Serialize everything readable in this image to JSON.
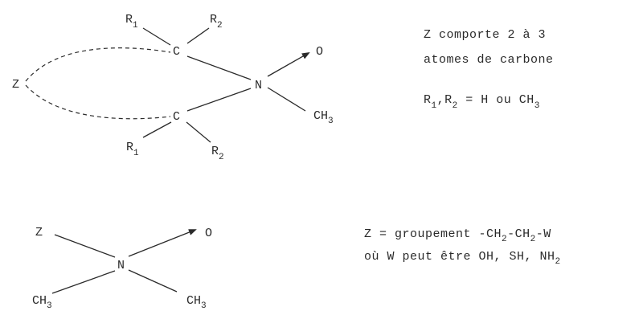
{
  "structure_1": {
    "z": "Z",
    "carbon": "C",
    "nitrogen": "N",
    "oxygen": "O",
    "r1": "R",
    "r1_sub": "1",
    "r2": "R",
    "r2_sub": "2",
    "methyl": "CH",
    "methyl_sub": "3"
  },
  "notes_1": {
    "line1": "Z comporte 2 à 3",
    "line2": "atomes de carbone",
    "r_def": {
      "r": "R",
      "sub1": "1",
      "sep": ",",
      "sub2": "2",
      "mid": " = H ou CH",
      "sub3": "3"
    }
  },
  "structure_2": {
    "z": "Z",
    "nitrogen": "N",
    "oxygen": "O",
    "methyl": "CH",
    "methyl_sub": "3"
  },
  "notes_2": {
    "line1": {
      "a": "Z = groupement -CH",
      "s1": "2",
      "b": "-CH",
      "s2": "2",
      "c": "-W"
    },
    "line2": {
      "a": "où W peut être OH, SH, NH",
      "s1": "2"
    }
  }
}
